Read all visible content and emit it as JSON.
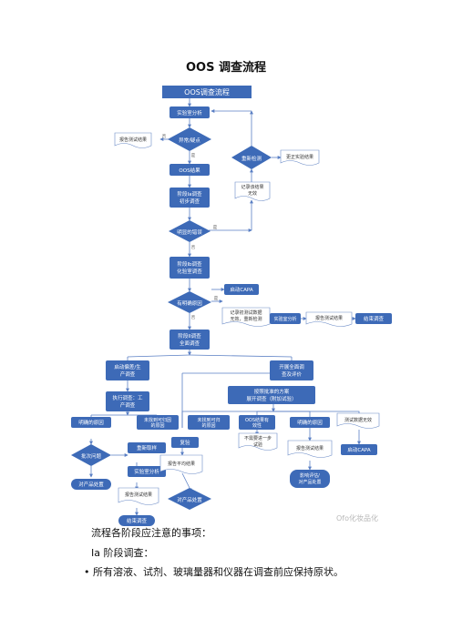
{
  "page_title": "OOS 调查流程",
  "flowchart": {
    "header": "OOS调查流程",
    "nodes": {
      "lab_analysis_1": "实验室分析",
      "retest_report": "报告测试结果",
      "suspicious_d": "异常/疑点",
      "oos_result": "OOS结果",
      "phase_ia_1": "阶段Ia调查\n初步调查",
      "confirm_error_d": "明显的错误",
      "retest_d": "重新检测",
      "record_invalid": "记录该结果\n无效",
      "replace_result": "更正实验结果",
      "phase_ib": "阶段Ib调查\n化验室调查",
      "root_cause_d": "有明确原因",
      "start_capa_1": "启动CAPA",
      "record_invalid_2": "记录初测试数据\n无效，重新检测",
      "lab_analysis_2": "实验室分析",
      "report_result_2": "报告测试结果",
      "close_inv_1": "结束调查",
      "phase_ii": "阶段II调查\n全面调查",
      "start_inv_left": "启动偏差/生\n产调查",
      "exec_inv": "执行调查：工\n产调查",
      "start_inv_right": "开展全面调\n查及评价",
      "retest_plan": "按照批准的方案\n展开调查（附加试验）",
      "clear_root": "明确的原因",
      "unclear_root_1": "未找到可归因\n的原因",
      "unclear_root_2": "未找到可归\n的原因",
      "oos_confirm": "OOS结果有\n效性",
      "clear_root_2": "明确的原因",
      "test_data_invalid": "测试数据无效",
      "batch_issue_d": "批次问题",
      "retest_node": "重新取样",
      "product_disposal_1": "对产品处置",
      "lab_analysis_3": "实验室分析",
      "report_result_3": "报告测试结果",
      "close_inv_2": "结束调查",
      "resample": "复验",
      "report_mean": "报告平均结果",
      "product_disposal_d": "对产品处置",
      "no_more_test": "不需要进一步\n试验",
      "report_result_4": "报告测试结果",
      "impact_assess": "影响评估/\n对产品处置",
      "start_capa_2": "启动CAPA"
    },
    "edge_labels": {
      "yes": "是",
      "no": "否"
    },
    "watermark": "Ofo化妆品化"
  },
  "body_text": {
    "line1": "流程各阶段应注意的事项：",
    "line2": "Ia 阶段调查：",
    "line3": "• 所有溶液、试剂、玻璃量器和仪器在调查前应保持原状。"
  },
  "colors": {
    "box": "#3d6ab7",
    "header": "#3d6ab7",
    "arrow": "#5a7fc4",
    "outline": "#6a8ac6"
  }
}
